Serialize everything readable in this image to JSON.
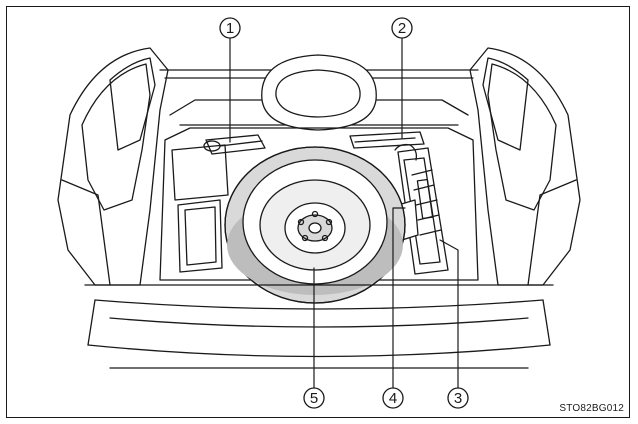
{
  "figure": {
    "image_code": "STO82BG012",
    "callouts": [
      {
        "label": "1",
        "name": "callout-1"
      },
      {
        "label": "2",
        "name": "callout-2"
      },
      {
        "label": "3",
        "name": "callout-3"
      },
      {
        "label": "4",
        "name": "callout-4"
      },
      {
        "label": "5",
        "name": "callout-5"
      }
    ],
    "colors": {
      "line": "#1a1a1a",
      "tire_fill": "#d9d9d9",
      "tire_shade": "#bdbdbd",
      "background": "#ffffff"
    }
  }
}
